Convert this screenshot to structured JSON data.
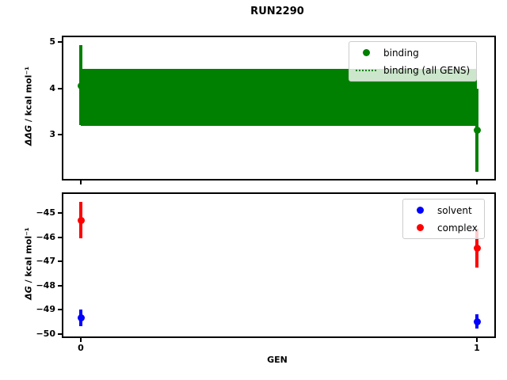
{
  "title": "RUN2290",
  "colors": {
    "binding": "#008000",
    "solvent": "#0000ff",
    "complex": "#ff0000",
    "axis": "#000000",
    "legend_border": "#cccccc"
  },
  "chart_data": [
    {
      "type": "scatter",
      "subplot": "top",
      "ylabel_math": "ΔΔG",
      "ylabel_rest": " / kcal mol⁻¹",
      "xlabel": "",
      "xlim": [
        -0.044,
        1.044
      ],
      "ylim": [
        2.05,
        5.1
      ],
      "xticks": [
        0,
        1
      ],
      "xticklabels": [
        "0",
        "1"
      ],
      "show_xticklabels": false,
      "yticks": [
        3,
        4,
        5
      ],
      "yticklabels": [
        "3",
        "4",
        "5"
      ],
      "grid": false,
      "legend_position": "upper right",
      "legend": [
        {
          "label": "binding",
          "marker": "dot",
          "color": "#008000"
        },
        {
          "label": "binding (all GENS)",
          "marker": "dotted-line",
          "color": "#008000"
        }
      ],
      "series": [
        {
          "name": "binding",
          "color": "#008000",
          "x": [
            0,
            1
          ],
          "y": [
            4.05,
            3.1
          ],
          "yerr_low": [
            3.2,
            2.2
          ],
          "yerr_high": [
            4.93,
            4.0
          ]
        }
      ],
      "band": {
        "name": "binding (all GENS)",
        "color": "#008000",
        "x_start": 0,
        "x_end": 1,
        "y_low": 3.2,
        "y_high": 4.42
      }
    },
    {
      "type": "scatter",
      "subplot": "bottom",
      "ylabel_math": "ΔG",
      "ylabel_rest": " / kcal mol⁻¹",
      "xlabel": "GEN",
      "xlim": [
        -0.044,
        1.044
      ],
      "ylim": [
        -50.1,
        -44.2
      ],
      "xticks": [
        0,
        1
      ],
      "xticklabels": [
        "0",
        "1"
      ],
      "show_xticklabels": true,
      "yticks": [
        -50,
        -49,
        -48,
        -47,
        -46,
        -45
      ],
      "yticklabels": [
        "−50",
        "−49",
        "−48",
        "−47",
        "−46",
        "−45"
      ],
      "grid": false,
      "legend_position": "upper right",
      "legend": [
        {
          "label": "solvent",
          "marker": "dot",
          "color": "#0000ff"
        },
        {
          "label": "complex",
          "marker": "dot",
          "color": "#ff0000"
        }
      ],
      "series": [
        {
          "name": "solvent",
          "color": "#0000ff",
          "x": [
            0,
            1
          ],
          "y": [
            -49.32,
            -49.48
          ],
          "yerr_low": [
            -49.68,
            -49.77
          ],
          "yerr_high": [
            -48.97,
            -49.19
          ]
        },
        {
          "name": "complex",
          "color": "#ff0000",
          "x": [
            0,
            1
          ],
          "y": [
            -45.3,
            -46.45
          ],
          "yerr_low": [
            -46.05,
            -47.25
          ],
          "yerr_high": [
            -44.53,
            -45.65
          ]
        }
      ]
    }
  ]
}
